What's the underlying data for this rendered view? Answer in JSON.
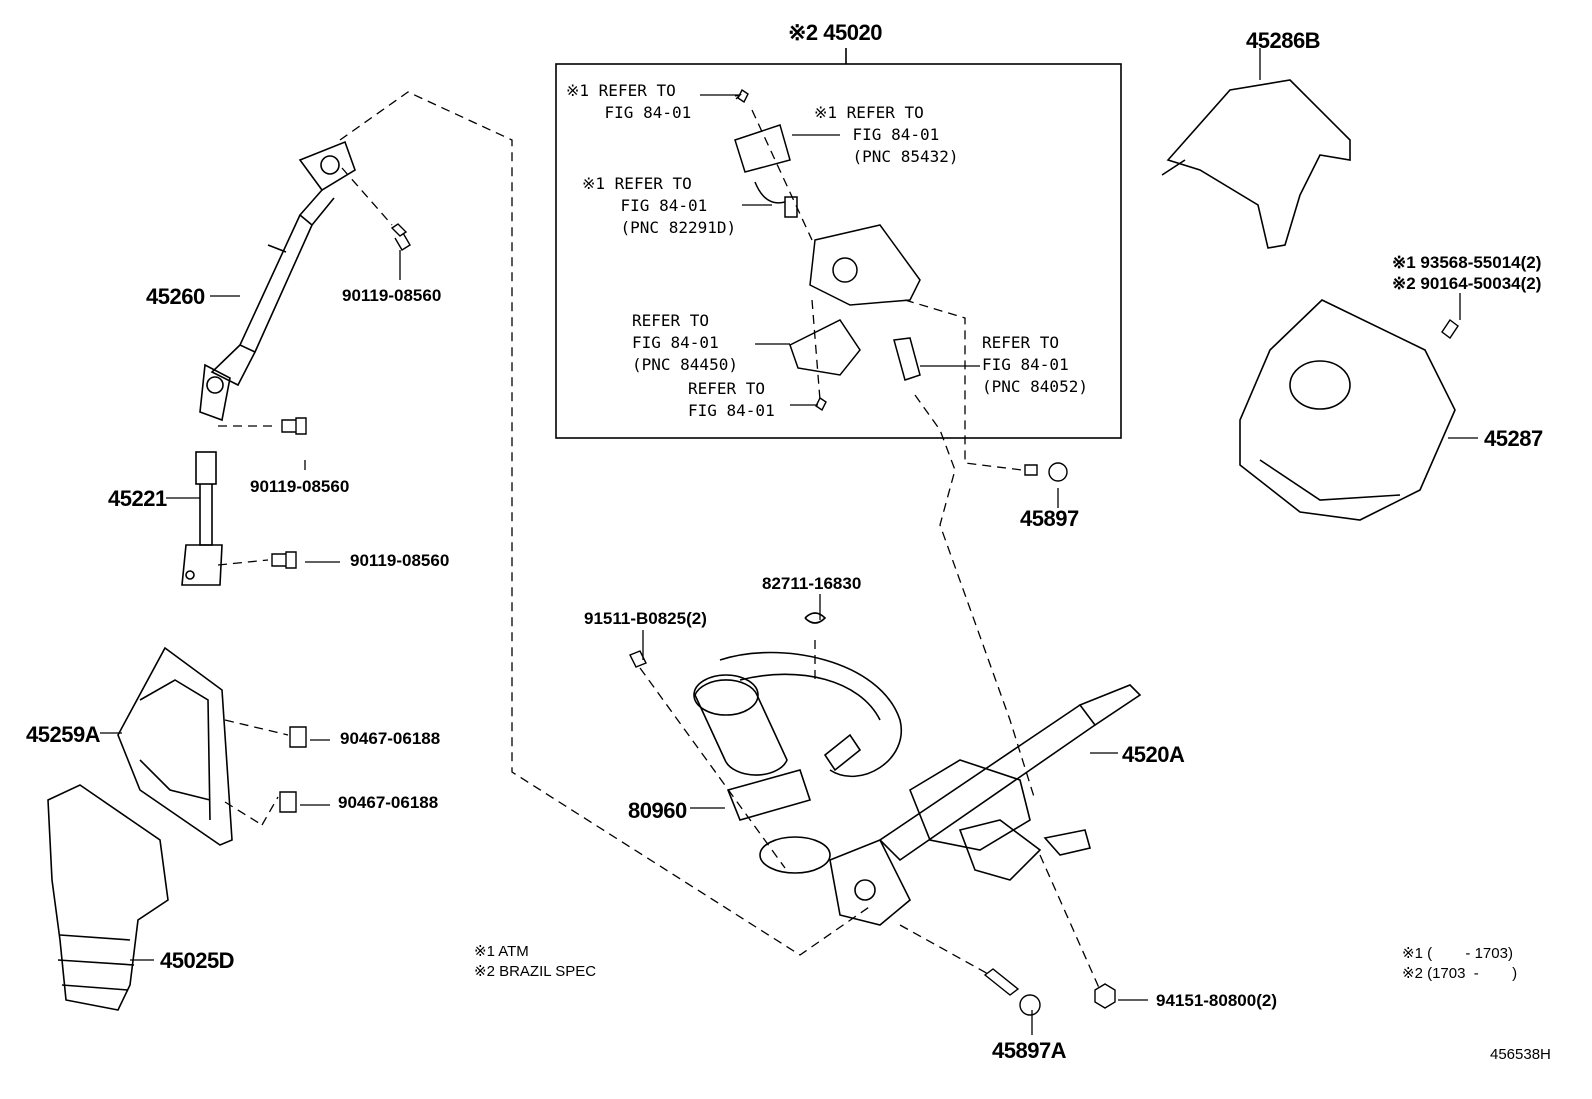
{
  "labels": {
    "p45020": "※2 45020",
    "p45286B": "45286B",
    "p45287": "45287",
    "screw_87_a": "※1 93568-55014(2)",
    "screw_87_b": "※2 90164-50034(2)",
    "p45260": "45260",
    "p90119_top": "90119-08560",
    "p90119_mid": "90119-08560",
    "p45221": "45221",
    "p90119_low": "90119-08560",
    "p45259A": "45259A",
    "p90467_a": "90467-06188",
    "p90467_b": "90467-06188",
    "p45025D": "45025D",
    "p45897": "45897",
    "p82711": "82711-16830",
    "p91511": "91511-B0825(2)",
    "p4520A": "4520A",
    "p80960": "80960",
    "p45897A": "45897A",
    "p94151": "94151-80800(2)",
    "diagram_id": "456538H"
  },
  "refs": {
    "r1": "※1 REFER TO\n    FIG 84-01",
    "r2": "※1 REFER TO\n    FIG 84-01\n    (PNC 85432)",
    "r3": "※1 REFER TO\n    FIG 84-01\n    (PNC 82291D)",
    "r4": "REFER TO\nFIG 84-01\n(PNC 84450)",
    "r5": "REFER TO\nFIG 84-01",
    "r6": "REFER TO\nFIG 84-01\n(PNC 84052)"
  },
  "notes": {
    "legend": "※1 ATM\n※2 BRAZIL SPEC",
    "dates": "※1 (        - 1703)\n※2 (1703  -        )"
  }
}
